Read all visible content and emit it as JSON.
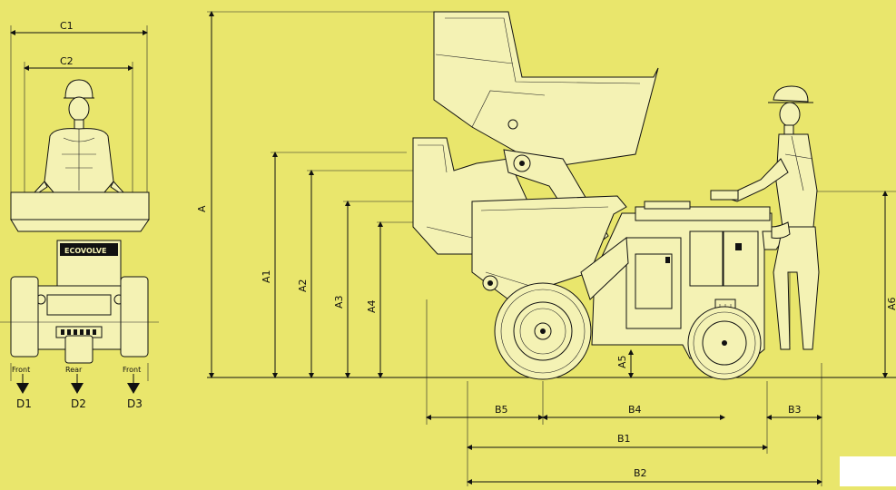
{
  "front_view": {
    "width_labels": [
      "C1",
      "C2"
    ],
    "brand": "ECOVOLVE",
    "wheel_labels": [
      "Front",
      "Rear",
      "Front"
    ],
    "drive_labels": [
      "D1",
      "D2",
      "D3"
    ]
  },
  "side_view": {
    "vertical_labels": {
      "a": "A",
      "a1": "A1",
      "a2": "A2",
      "a3": "A3",
      "a4": "A4",
      "a5": "A5",
      "a6": "A6"
    },
    "horizontal_labels": {
      "b1": "B1",
      "b2": "B2",
      "b3": "B3",
      "b4": "B4",
      "b5": "B5"
    }
  },
  "colors": {
    "background": "#e9e66c",
    "line": "#111111"
  }
}
